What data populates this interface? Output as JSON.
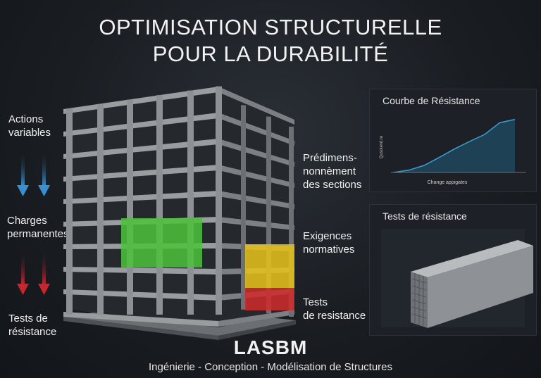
{
  "title": {
    "line1": "OPTIMISATION STRUCTURELLE",
    "line2": "POUR LA DURABILITÉ"
  },
  "left_labels": {
    "actions": "Actions\nvariables",
    "charges": "Charges\npermanentes",
    "tests": "Tests de\nrésistance"
  },
  "right_labels": {
    "predim": "Prédimens-\nnonnèment\ndes sections",
    "exigences": "Exigences\nnormatives",
    "tests": "Tests\nde resistance"
  },
  "chart_panel": {
    "title": "Courbe de Résistance"
  },
  "chart_data": {
    "type": "area",
    "title": "Courbe de Résistance",
    "xlabel": "Change appigates",
    "ylabel": "Qusotevd.re",
    "x": [
      0,
      1,
      2,
      3,
      4,
      5,
      6,
      7,
      8
    ],
    "values": [
      0,
      0.5,
      1.5,
      3.2,
      5.0,
      6.6,
      8.1,
      10.6,
      11.3
    ],
    "ylim": [
      0,
      12
    ],
    "grid": false
  },
  "beam_panel": {
    "title": "Tests de résistance"
  },
  "brand": {
    "name": "LASBM",
    "tagline": "Ingénierie - Conception - Modélisation de Structures"
  },
  "colors": {
    "arrow_blue": "#3a8fd0",
    "arrow_red": "#c8262e",
    "highlight_green": "#4cc23a",
    "highlight_yellow": "#e8c31a",
    "highlight_red": "#d12a2a",
    "chart_line": "#3aa0d0"
  }
}
